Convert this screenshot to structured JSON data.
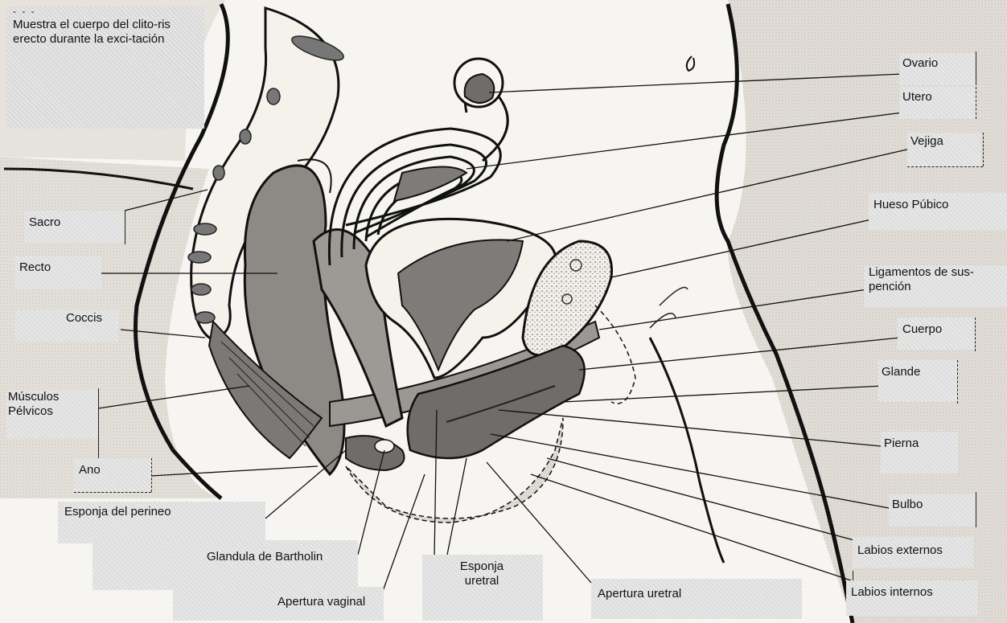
{
  "caption": {
    "prefix": "- - -",
    "text": "Muestra el cuerpo del clito-ris erecto durante la exci-tación"
  },
  "labels": {
    "ovario": "Ovario",
    "utero": "Utero",
    "vejiga": "Vejiga",
    "hueso_pubico": "Hueso Púbico",
    "ligamentos": "Ligamentos de sus-pención",
    "cuerpo": "Cuerpo",
    "glande": "Glande",
    "pierna": "Pierna",
    "bulbo": "Bulbo",
    "labios_externos": "Labios externos",
    "labios_internos": "Labios internos",
    "sacro": "Sacro",
    "recto": "Recto",
    "coccis": "Coccis",
    "musculos_pelvicos": "Músculos Pélvicos",
    "ano": "Ano",
    "esponja_perineo": "Esponja del perineo",
    "glandula_bartholin": "Glandula de Bartholin",
    "apertura_vaginal": "Apertura vaginal",
    "esponja_uretral": "Esponja uretral",
    "apertura_uretral": "Apertura uretral"
  }
}
